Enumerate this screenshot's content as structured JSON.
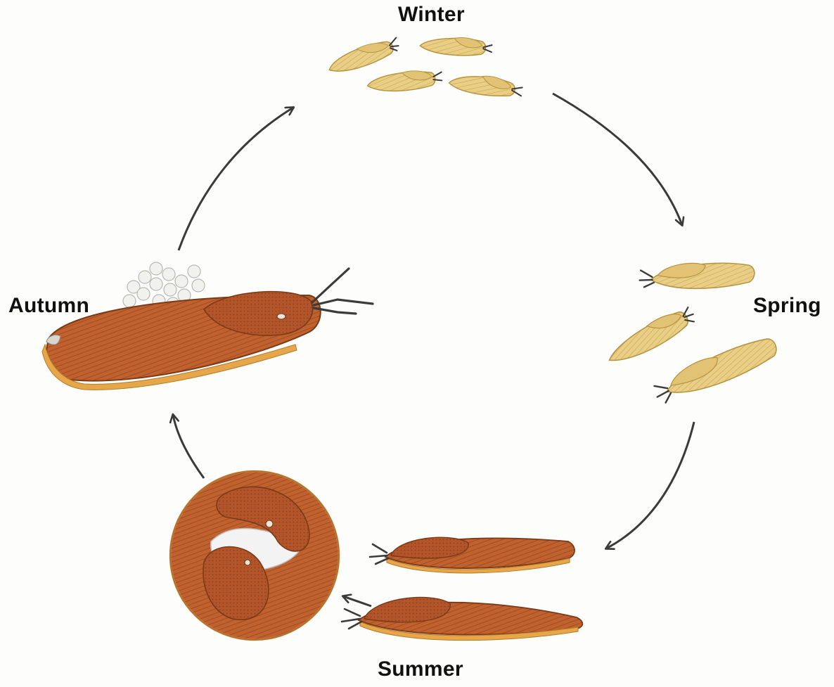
{
  "diagram": {
    "labels": {
      "winter": "Winter",
      "spring": "Spring",
      "summer": "Summer",
      "autumn": "Autumn"
    },
    "colors": {
      "arrow": "#3a3a3a",
      "juvenile_body": "#e9cf86",
      "juvenile_outline": "#b89440",
      "adult_body": "#c0612e",
      "adult_mantle": "#b3552a",
      "adult_outline": "#7a3a17",
      "foot_fringe": "#e6a64a",
      "tentacle": "#3b3b3b",
      "egg": "#f1f1ee",
      "mucus": "#f3f3f3"
    }
  }
}
